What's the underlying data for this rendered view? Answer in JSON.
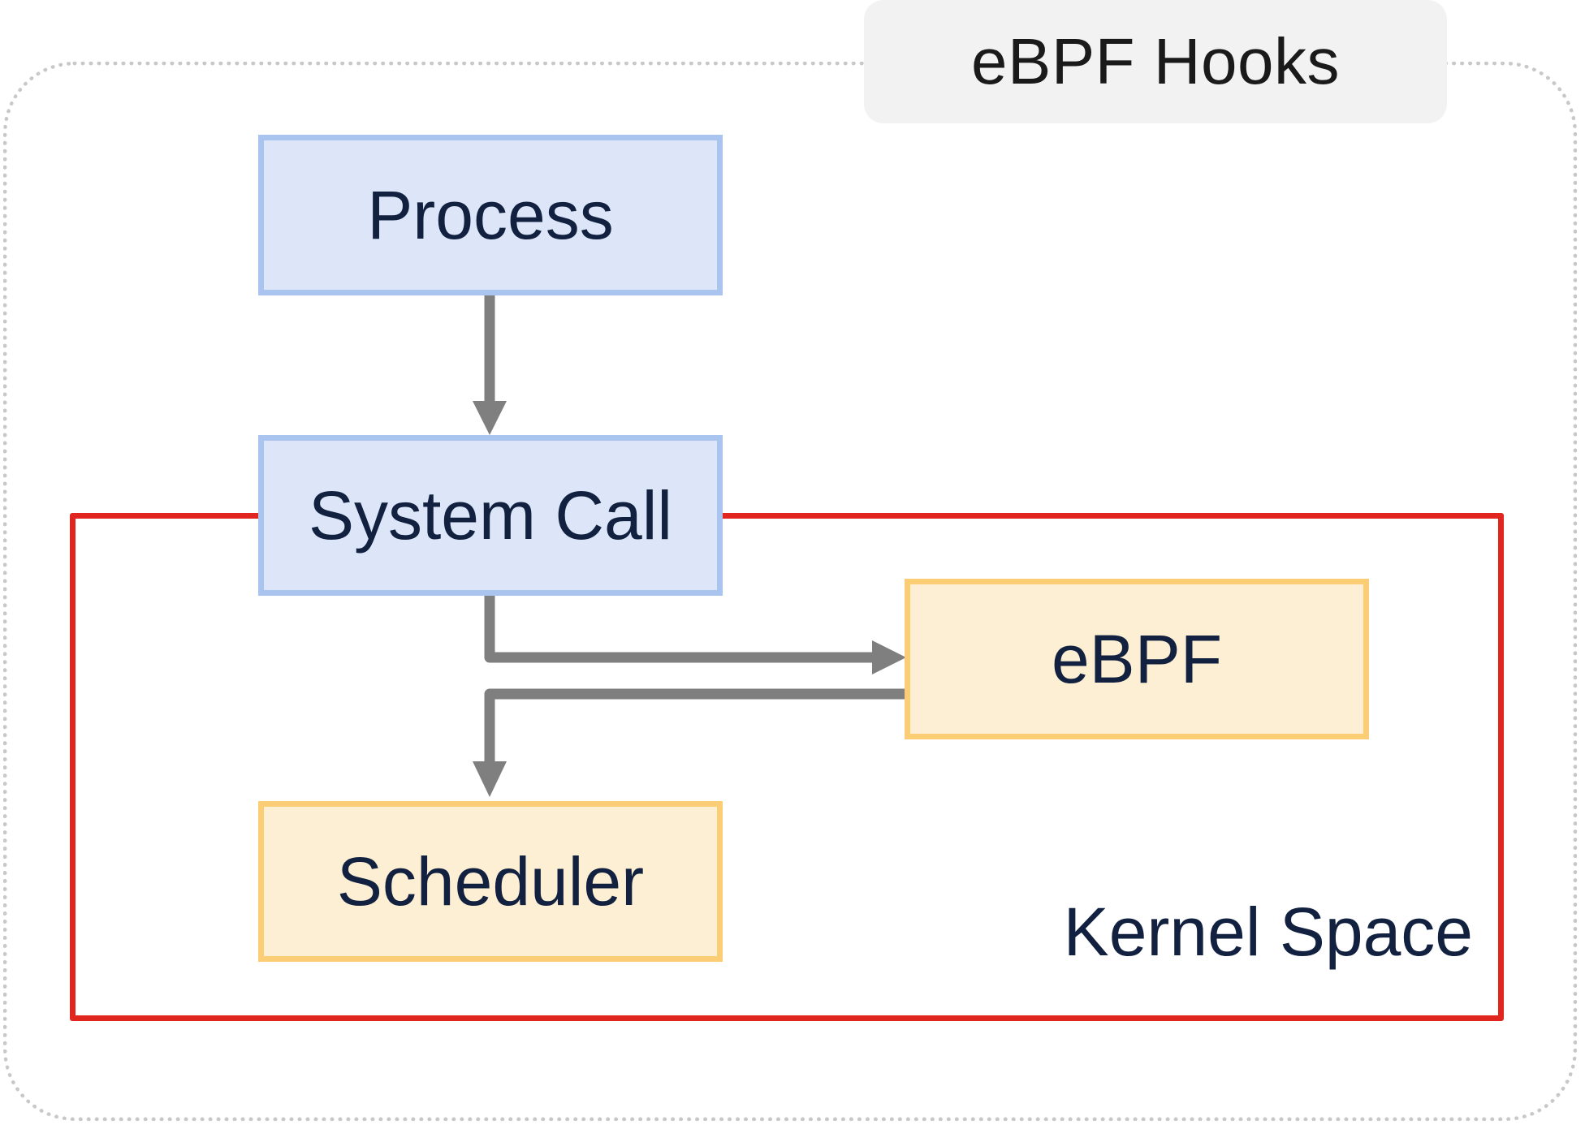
{
  "diagram": {
    "hooks_title": "eBPF Hooks",
    "kernel_label": "Kernel Space",
    "nodes": {
      "process": "Process",
      "system_call": "System Call",
      "ebpf": "eBPF",
      "scheduler": "Scheduler"
    },
    "edges": [
      {
        "from": "process",
        "to": "system_call"
      },
      {
        "from": "system_call",
        "to": "ebpf"
      },
      {
        "from": "ebpf",
        "to": "scheduler"
      }
    ],
    "colors": {
      "user_node_fill": "#dce6f8",
      "user_node_border": "#a8c4ef",
      "kernel_node_fill": "#fdefd4",
      "kernel_node_border": "#fbcd74",
      "kernel_frame": "#e0261f",
      "arrow": "#7f7f7f",
      "text": "#12213f"
    }
  }
}
